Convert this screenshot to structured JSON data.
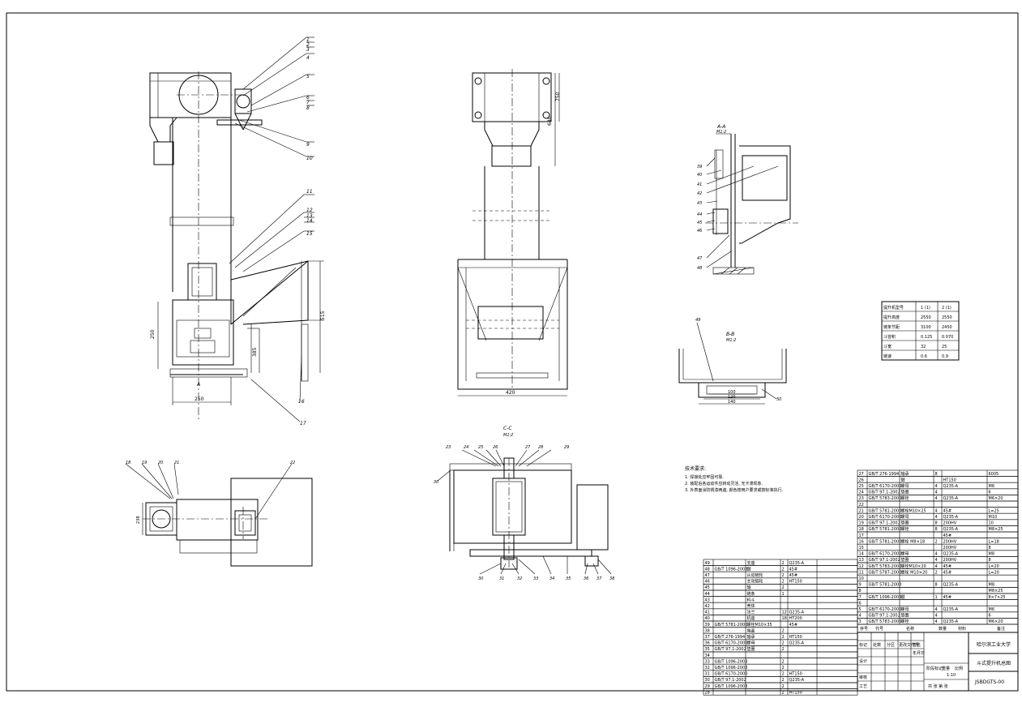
{
  "views": {
    "main_top_labels": [
      "1",
      "2",
      "3",
      "4",
      "5",
      "6",
      "7",
      "8",
      "9",
      "10"
    ],
    "main_mid_labels": [
      "11",
      "12",
      "13",
      "14",
      "15"
    ],
    "main_dims": {
      "h_left": "250",
      "d_mid": "385",
      "v_right": "515",
      "bottom": "250",
      "view_mark": "A"
    },
    "main_bottom_labels": [
      "16",
      "17"
    ],
    "front_dims": {
      "top": "750",
      "side": "640",
      "bottom": "420"
    },
    "detail_aa": {
      "title": "A-A",
      "scale": "M1:2",
      "labels": [
        "39",
        "40",
        "41",
        "42",
        "43",
        "44",
        "45",
        "46",
        "47",
        "48"
      ]
    },
    "detail_bb": {
      "title": "B-B",
      "scale": "M1:2",
      "left_label": "49",
      "right_label": "50",
      "dims": [
        "100",
        "120",
        "140"
      ]
    },
    "plan_labels": [
      "18",
      "19",
      "20",
      "21",
      "22"
    ],
    "plan_dim": "238",
    "detail_cc": {
      "title": "C-C",
      "scale": "M1:2",
      "top_labels": [
        "23",
        "24",
        "25",
        "26",
        "27",
        "28",
        "29"
      ],
      "bottom_labels": [
        "30",
        "31",
        "32",
        "33",
        "34",
        "35",
        "36",
        "37",
        "38"
      ],
      "left_label": "30"
    }
  },
  "spec_table": {
    "rows": [
      {
        "k": "提升机型号",
        "a": "1 (1)",
        "b": "2 (1)"
      },
      {
        "k": "提升高度",
        "a": "2550",
        "b": "2550"
      },
      {
        "k": "链条节距",
        "a": "3100",
        "b": "2450"
      },
      {
        "k": "斗容积",
        "a": "0.125",
        "b": "0.070"
      },
      {
        "k": "斗宽",
        "a": "32",
        "b": "25"
      },
      {
        "k": "链速",
        "a": "0.6",
        "b": "0.9"
      }
    ]
  },
  "notes": {
    "title": "技术要求:",
    "lines": [
      "1. 焊接处应牢固可靠.",
      "2. 装配后各运动件应转动灵活, 无卡滞现象.",
      "3. 外表面涂防锈漆两遍, 颜色按用户要求或按标准执行."
    ]
  },
  "bom_right": [
    {
      "n": "27",
      "code": "GB/T 276-1994",
      "name": "轴承",
      "q": "8",
      "m": "",
      "note": "6005"
    },
    {
      "n": "26",
      "code": "",
      "name": "键",
      "q": "",
      "m": "HT150",
      "note": ""
    },
    {
      "n": "25",
      "code": "GB/T 6170-2000",
      "name": "螺母",
      "q": "4",
      "m": "Q235-A",
      "note": "M6"
    },
    {
      "n": "24",
      "code": "GB/T 97.1-2002",
      "name": "垫圈",
      "q": "4",
      "m": "",
      "note": "6"
    },
    {
      "n": "23",
      "code": "GB/T 5783-2000",
      "name": "螺栓",
      "q": "4",
      "m": "Q235-A",
      "note": "M6×20"
    },
    {
      "n": "22",
      "code": "",
      "name": "",
      "q": "",
      "m": "",
      "note": ""
    },
    {
      "n": "21",
      "code": "GB/T 5781-2000",
      "name": "螺栓M10×25",
      "q": "4",
      "m": "45#",
      "note": "L=25"
    },
    {
      "n": "20",
      "code": "GB/T 6170-2000",
      "name": "螺母",
      "q": "4",
      "m": "Q235-A",
      "note": "M10"
    },
    {
      "n": "19",
      "code": "GB/T 97.1-2002",
      "name": "垫圈",
      "q": "8",
      "m": "200HV",
      "note": "10"
    },
    {
      "n": "18",
      "code": "GB/T 5781-2000",
      "name": "螺栓",
      "q": "8",
      "m": "Q235-A",
      "note": "M8×25"
    },
    {
      "n": "17",
      "code": "",
      "name": "",
      "q": "",
      "m": "45#",
      "note": ""
    },
    {
      "n": "16",
      "code": "GB/T 5781-2000",
      "name": "螺栓 M8×18",
      "q": "2",
      "m": "200HV",
      "note": "L=18"
    },
    {
      "n": "15",
      "code": "",
      "name": "",
      "q": "",
      "m": "200HV",
      "note": "8"
    },
    {
      "n": "14",
      "code": "GB/T 6170-2000",
      "name": "螺母",
      "q": "4",
      "m": "Q235-A",
      "note": "M8"
    },
    {
      "n": "13",
      "code": "GB/T 97.1-2002",
      "name": "垫圈",
      "q": "4",
      "m": "200HV",
      "note": "8"
    },
    {
      "n": "12",
      "code": "GB/T 5783-2000",
      "name": "螺栓M10×20",
      "q": "4",
      "m": "45#",
      "note": "L=20"
    },
    {
      "n": "11",
      "code": "GB/T 5787-2000",
      "name": "螺栓 M10×20",
      "q": "2",
      "m": "45#",
      "note": "L=20"
    },
    {
      "n": "10",
      "code": "",
      "name": "",
      "q": "",
      "m": "",
      "note": ""
    },
    {
      "n": "9",
      "code": "GB/T 5781-2000",
      "name": "",
      "q": "8",
      "m": "Q235-A",
      "note": "M8"
    },
    {
      "n": "8",
      "code": "",
      "name": "",
      "q": "",
      "m": "",
      "note": "M8×25"
    },
    {
      "n": "7",
      "code": "GB/T 1096-2003",
      "name": "键",
      "q": "1",
      "m": "45#",
      "note": "8×7×25"
    },
    {
      "n": "6",
      "code": "",
      "name": "",
      "q": "",
      "m": "",
      "note": ""
    },
    {
      "n": "5",
      "code": "GB/T 6170-2000",
      "name": "螺母",
      "q": "4",
      "m": "Q235-A",
      "note": "M6"
    },
    {
      "n": "4",
      "code": "GB/T 97.1-2002",
      "name": "垫圈",
      "q": "4",
      "m": "",
      "note": "6"
    },
    {
      "n": "3",
      "code": "GB/T 5783-2000",
      "name": "螺栓",
      "q": "4",
      "m": "Q235-A",
      "note": "M6×20"
    }
  ],
  "bom_left": [
    {
      "n": "49",
      "code": "",
      "name": "支座",
      "q": "2",
      "m": "Q235-A",
      "note": ""
    },
    {
      "n": "48",
      "code": "GB/T 1096-2003",
      "name": "键",
      "q": "2",
      "m": "45#",
      "note": ""
    },
    {
      "n": "47",
      "code": "",
      "name": "从动链轮",
      "q": "2",
      "m": "45#",
      "note": ""
    },
    {
      "n": "46",
      "code": "",
      "name": "主动链轮",
      "q": "2",
      "m": "HT150",
      "note": ""
    },
    {
      "n": "45",
      "code": "",
      "name": "轴",
      "q": "2",
      "m": "",
      "note": ""
    },
    {
      "n": "44",
      "code": "",
      "name": "链条",
      "q": "1",
      "m": "",
      "note": ""
    },
    {
      "n": "43",
      "code": "",
      "name": "料斗",
      "q": "",
      "m": "",
      "note": ""
    },
    {
      "n": "42",
      "code": "",
      "name": "壳体",
      "q": "",
      "m": "",
      "note": ""
    },
    {
      "n": "41",
      "code": "",
      "name": "法兰",
      "q": "12",
      "m": "Q235-A",
      "note": ""
    },
    {
      "n": "40",
      "code": "",
      "name": "机座",
      "q": "18",
      "m": "HT200",
      "note": ""
    },
    {
      "n": "39",
      "code": "GB/T 5781-2000",
      "name": "螺栓M10×35",
      "q": "",
      "m": "45#",
      "note": ""
    },
    {
      "n": "38",
      "code": "",
      "name": "端盖",
      "q": "2",
      "m": "",
      "note": ""
    },
    {
      "n": "37",
      "code": "GB/T 276-1994",
      "name": "轴承",
      "q": "2",
      "m": "HT150",
      "note": ""
    },
    {
      "n": "36",
      "code": "GB/T 6170-2000",
      "name": "螺母",
      "q": "2",
      "m": "Q235-A",
      "note": ""
    },
    {
      "n": "35",
      "code": "GB/T 97.1-2002",
      "name": "垫圈",
      "q": "2",
      "m": "",
      "note": ""
    },
    {
      "n": "34",
      "code": "",
      "name": "",
      "q": "",
      "m": "",
      "note": ""
    },
    {
      "n": "33",
      "code": "GB/T 1096-2003",
      "name": "",
      "q": "2",
      "m": "",
      "note": ""
    },
    {
      "n": "32",
      "code": "GB/T 1096-2003",
      "name": "",
      "q": "2",
      "m": "",
      "note": ""
    },
    {
      "n": "31",
      "code": "GB/T 6170-2000",
      "name": "",
      "q": "2",
      "m": "HT150",
      "note": ""
    },
    {
      "n": "30",
      "code": "GB/T 97.1-2002",
      "name": "",
      "q": "2",
      "m": "Q235-A",
      "note": ""
    },
    {
      "n": "29",
      "code": "GB/T 1096-2003",
      "name": "",
      "q": "2",
      "m": "",
      "note": ""
    },
    {
      "n": "28",
      "code": "",
      "name": "",
      "q": "2",
      "m": "HT150",
      "note": ""
    }
  ],
  "title_block": {
    "school": "哈尔滨工业大学",
    "drawing_title": "斗式提升机总图",
    "drawing_no": "JSBDGTS-00",
    "scale": "1:10",
    "weight_label": "",
    "sheet": "共 张 第 张",
    "stage_labels": [
      "阶段标记",
      "重量",
      "比例"
    ],
    "sign_rows": [
      "标记",
      "设计",
      "审核",
      "工艺"
    ],
    "sign_cols": [
      "处数",
      "分区",
      "更改文件号",
      "签名",
      "年月日"
    ],
    "mid_labels": [
      "序号",
      "代号",
      "名称",
      "数量",
      "材料",
      "备注"
    ]
  },
  "colors": {
    "line": "#000000",
    "background": "#ffffff"
  }
}
